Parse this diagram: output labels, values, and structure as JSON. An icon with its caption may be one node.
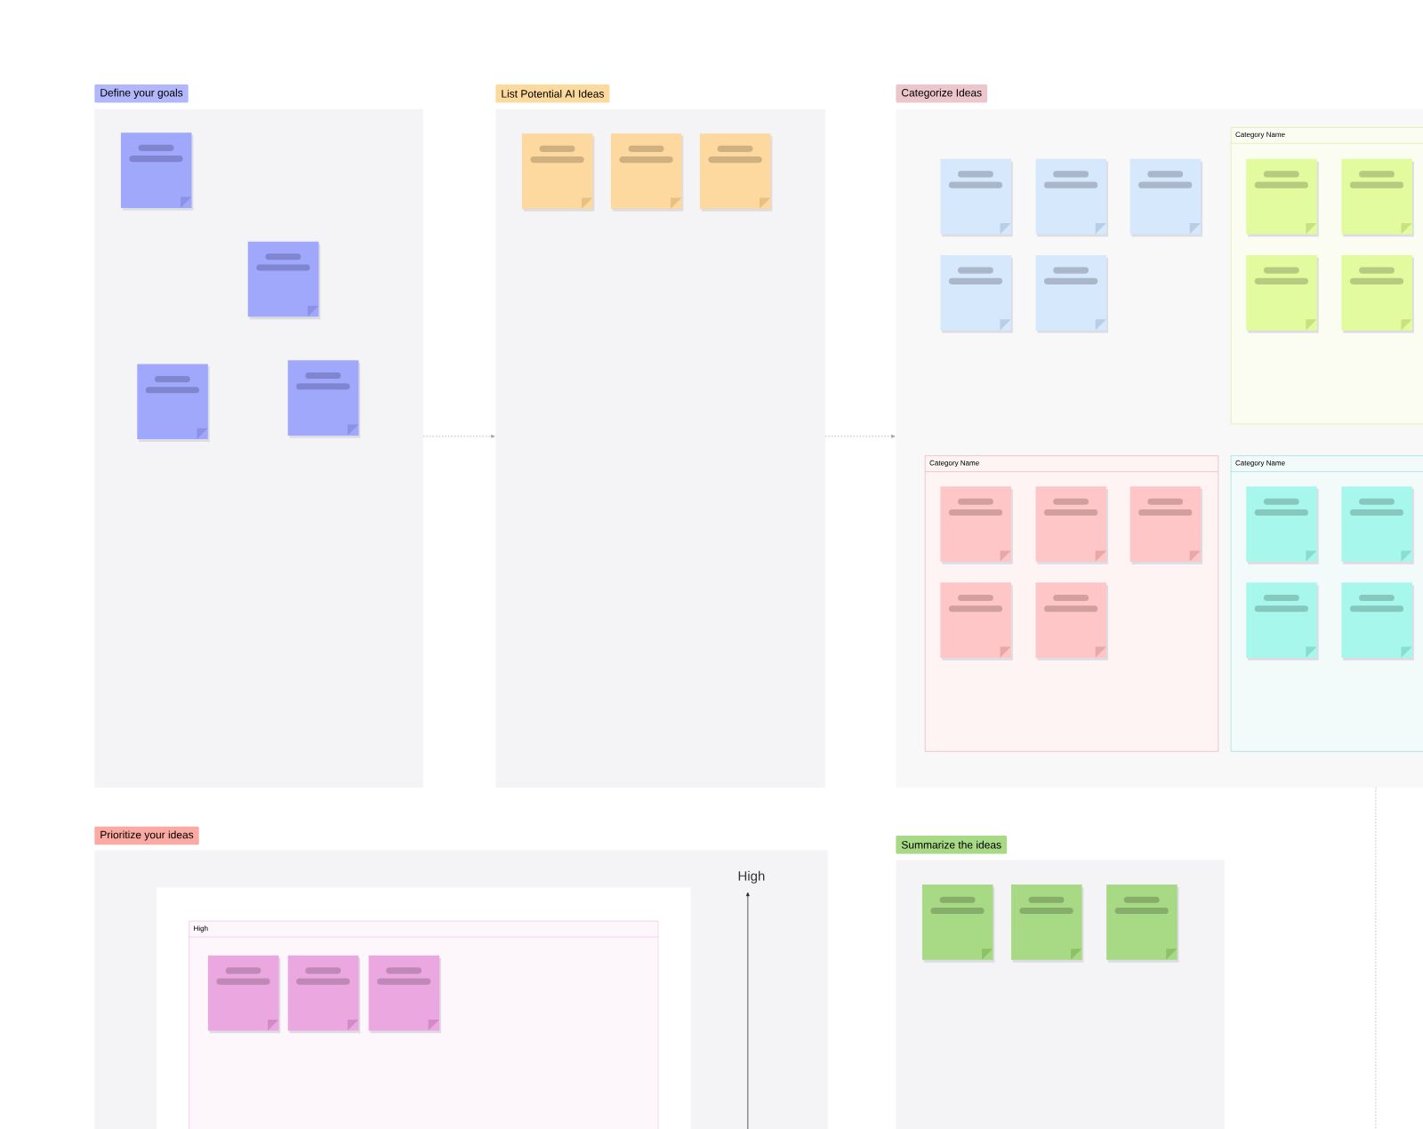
{
  "diagram": {
    "nodes": [
      {
        "text": [
          "Define your goals"
        ]
      },
      {
        "text": [],
        "shape": "box",
        "in": 0
      },
      {
        "text": [],
        "shape": "box",
        "in": 0
      },
      {
        "text": [],
        "shape": "box",
        "in": 0
      },
      {
        "text": [],
        "shape": "box",
        "in": 0
      },
      {
        "text": [
          "List Potential AI Ideas"
        ]
      },
      {
        "text": [],
        "shape": "box",
        "in": 5
      },
      {
        "text": [],
        "shape": "box",
        "in": 5
      },
      {
        "text": [],
        "shape": "box",
        "in": 5
      },
      {
        "text": [
          "Categorize Ideas"
        ]
      },
      {
        "text": [],
        "shape": "box",
        "in": 9
      },
      {
        "text": [],
        "shape": "box",
        "in": 9
      },
      {
        "text": [],
        "shape": "box",
        "in": 9
      },
      {
        "text": [],
        "shape": "box",
        "in": 9
      },
      {
        "text": [],
        "shape": "box",
        "in": 9
      },
      {
        "text": [
          "Category Name"
        ],
        "in": 9
      },
      {
        "text": [],
        "shape": "box",
        "in": 15
      },
      {
        "text": [],
        "shape": "box",
        "in": 15
      },
      {
        "text": [],
        "shape": "box",
        "in": 15
      },
      {
        "text": [],
        "shape": "box",
        "in": 15
      },
      {
        "text": [
          "Category Name"
        ],
        "in": 9
      },
      {
        "text": [],
        "shape": "box",
        "in": 20
      },
      {
        "text": [],
        "shape": "box",
        "in": 20
      },
      {
        "text": [],
        "shape": "box",
        "in": 20
      },
      {
        "text": [],
        "shape": "box",
        "in": 20
      },
      {
        "text": [],
        "shape": "box",
        "in": 20
      },
      {
        "text": [
          "Category Name"
        ],
        "in": 9
      },
      {
        "text": [],
        "shape": "box",
        "in": 26
      },
      {
        "text": [],
        "shape": "box",
        "in": 26
      },
      {
        "text": [],
        "shape": "box",
        "in": 26
      },
      {
        "text": [],
        "shape": "box",
        "in": 26
      },
      {
        "text": [
          "Prioritize your ideas"
        ]
      },
      {
        "text": [],
        "shape": "box",
        "in": 31
      },
      {
        "text": [
          "High"
        ],
        "in": 32
      },
      {
        "text": [],
        "shape": "box",
        "in": 33
      },
      {
        "text": [],
        "shape": "box",
        "in": 33
      },
      {
        "text": [],
        "shape": "box",
        "in": 33
      },
      {
        "text": [
          "Summarize the ideas"
        ]
      },
      {
        "text": [],
        "shape": "box",
        "in": 37
      },
      {
        "text": [],
        "shape": "box",
        "in": 37
      },
      {
        "text": [],
        "shape": "box",
        "in": 37
      }
    ],
    "edges": [
      {
        "from": 0,
        "to": 5,
        "arrow": "to",
        "style": "dashed"
      },
      {
        "from": 5,
        "to": 9,
        "arrow": "to",
        "style": "dashed"
      },
      {
        "from": 9,
        "to": null,
        "arrow": "none",
        "style": "dashed"
      }
    ],
    "labels": [
      "High"
    ]
  }
}
